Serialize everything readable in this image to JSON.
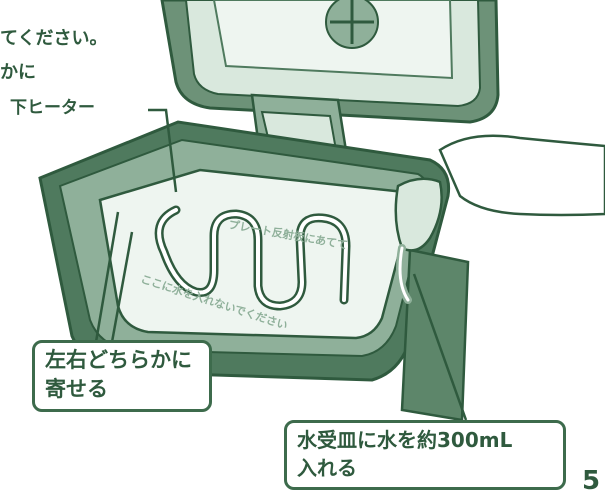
{
  "instructions": {
    "line1": "てください。",
    "line2": "かに"
  },
  "labels": {
    "lower_heater": "下ヒーター"
  },
  "plate_text": {
    "top": "プレート反射板にあてて",
    "bottom": "ここに水を入れないでください"
  },
  "callouts": {
    "left": {
      "line1": "左右どちらかに",
      "line2": "寄せる"
    },
    "right": {
      "line1": "水受皿に水を約300mL",
      "line2": "入れる"
    }
  },
  "page_number": "5",
  "colors": {
    "ink": "#2f5a3e",
    "body_dark": "#4f7a5e",
    "body_mid": "#8fb09a",
    "body_light": "#d9e8dd",
    "tray_fill": "#eef5f0"
  }
}
